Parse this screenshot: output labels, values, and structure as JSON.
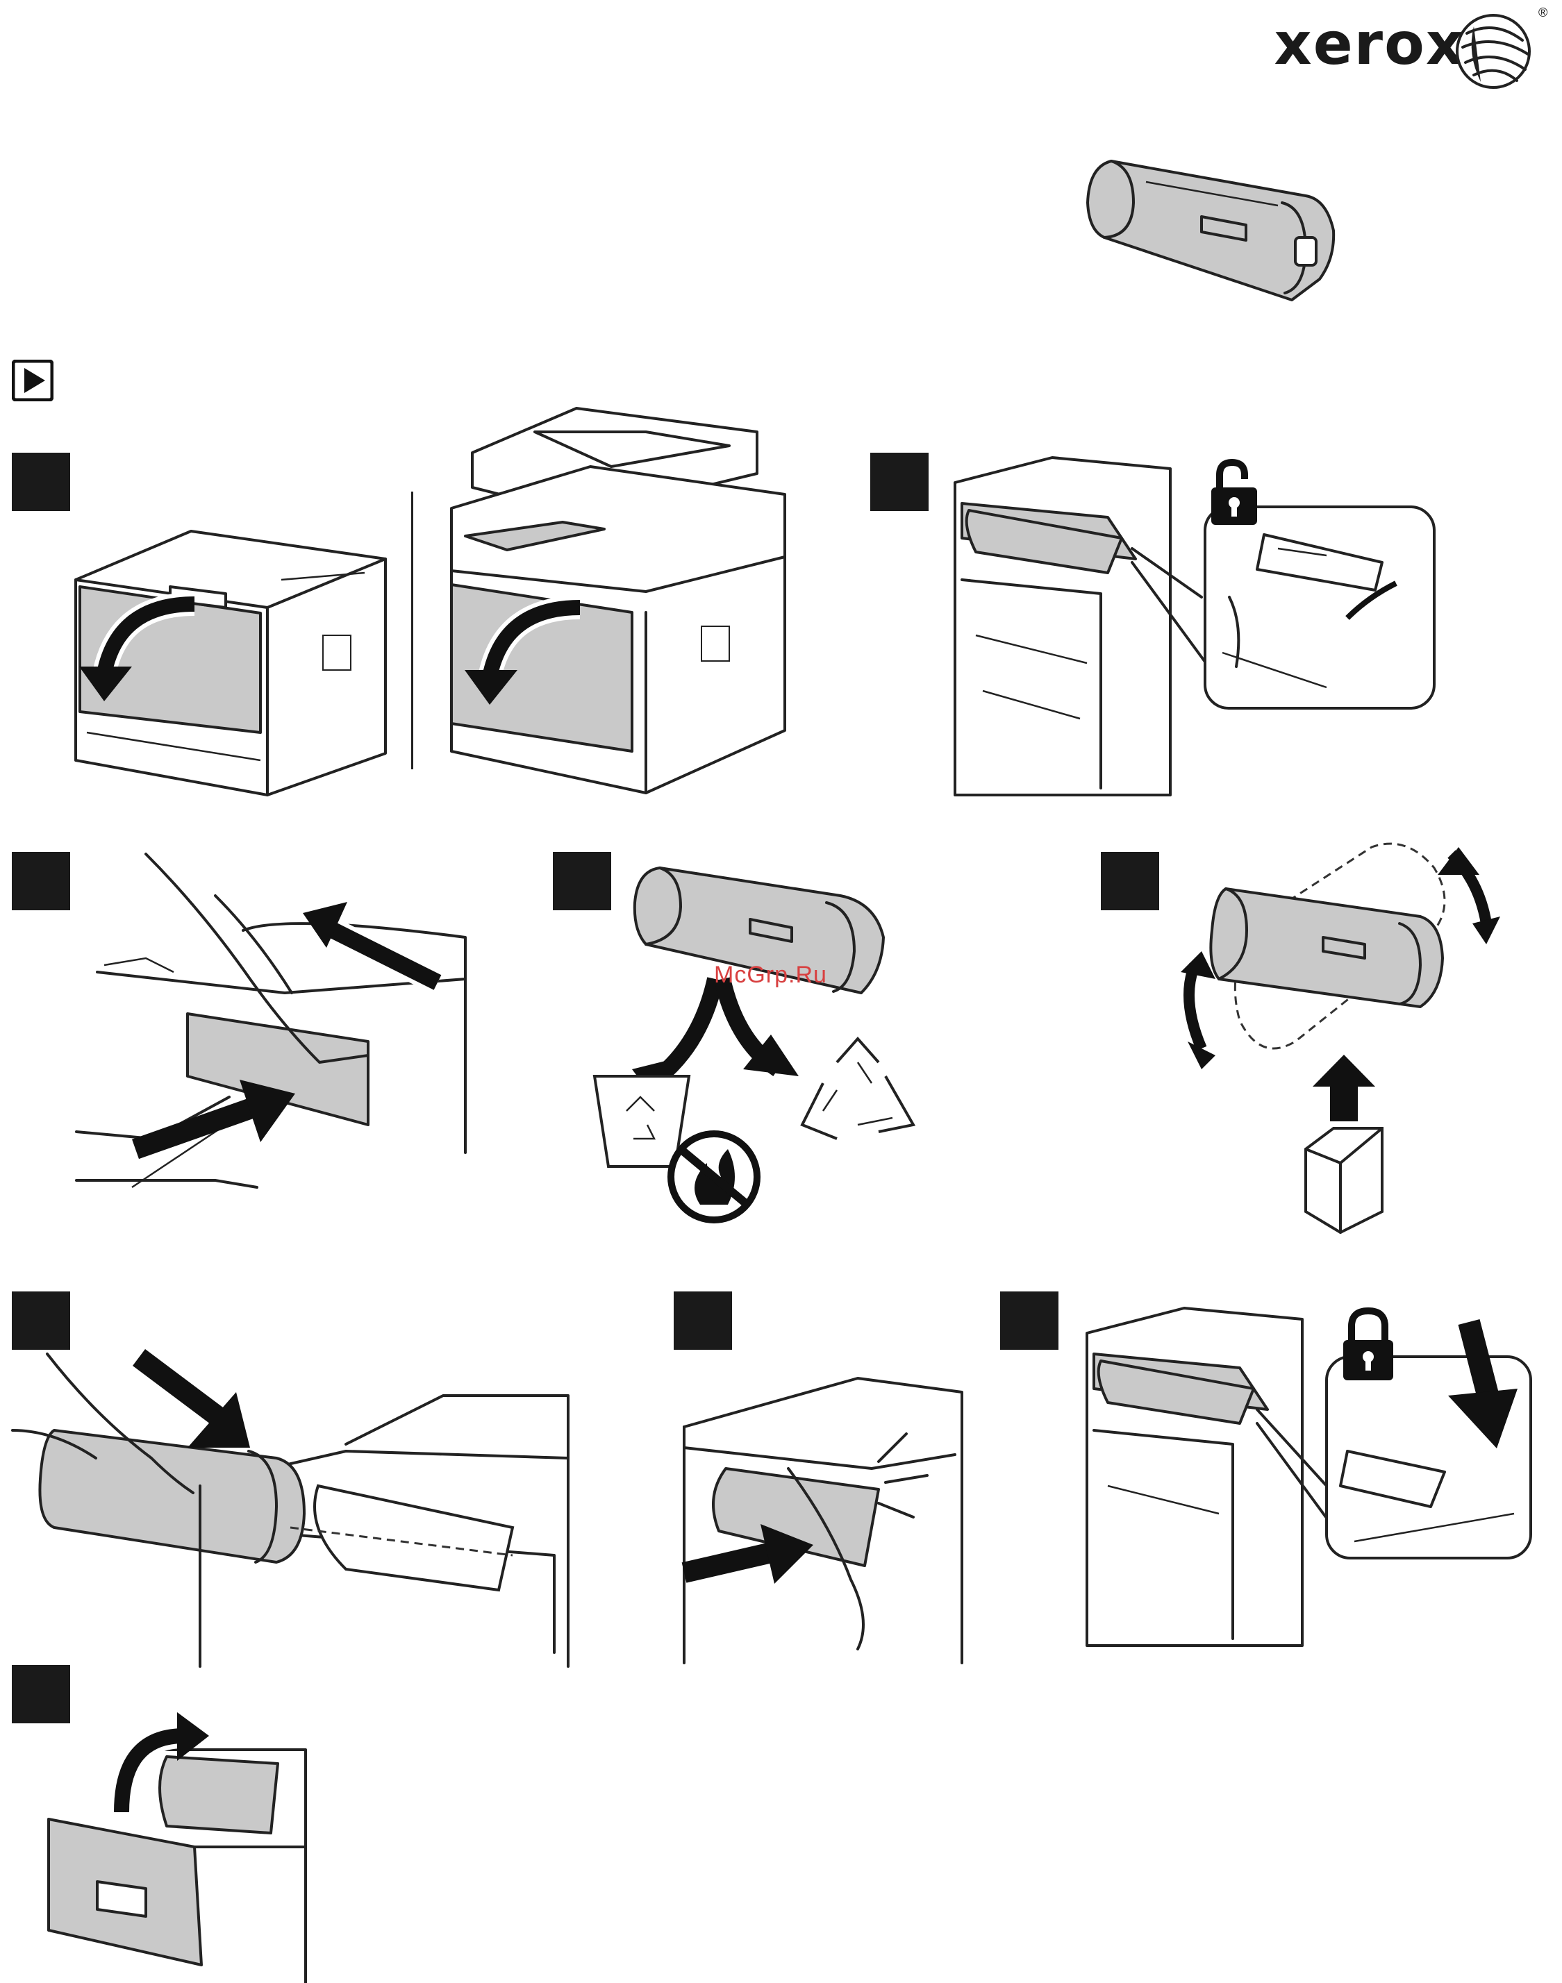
{
  "header": {
    "brand_logo_text": "xerox",
    "registered_mark": "®"
  },
  "watermark": {
    "text": "McGrp.Ru"
  },
  "icons": {
    "start": "play-icon",
    "logo_mark": "xerox-sphere-icon",
    "open_front_cover": "curved-arrow-icon",
    "unlock": "unlocked-padlock-icon",
    "lock": "locked-padlock-icon",
    "recycle": "recycle-icon",
    "no_fire": "no-incinerate-icon",
    "shake": "rotate-arrows-icon",
    "unpack": "up-arrow-box-icon"
  },
  "steps": [
    {
      "id": 1,
      "illustration": "open-front-cover"
    },
    {
      "id": 2,
      "illustration": "unlock-toner-lever"
    },
    {
      "id": 3,
      "illustration": "remove-old-cartridge"
    },
    {
      "id": 4,
      "illustration": "recycle-old-cartridge"
    },
    {
      "id": 5,
      "illustration": "shake-new-cartridge"
    },
    {
      "id": 6,
      "illustration": "insert-new-cartridge"
    },
    {
      "id": 7,
      "illustration": "push-cartridge-in"
    },
    {
      "id": 8,
      "illustration": "lock-toner-lever"
    },
    {
      "id": 9,
      "illustration": "close-front-cover"
    }
  ],
  "colors": {
    "ink": "#1a1a1a",
    "part_gray": "#c9c9c9",
    "watermark": "#d84040"
  }
}
